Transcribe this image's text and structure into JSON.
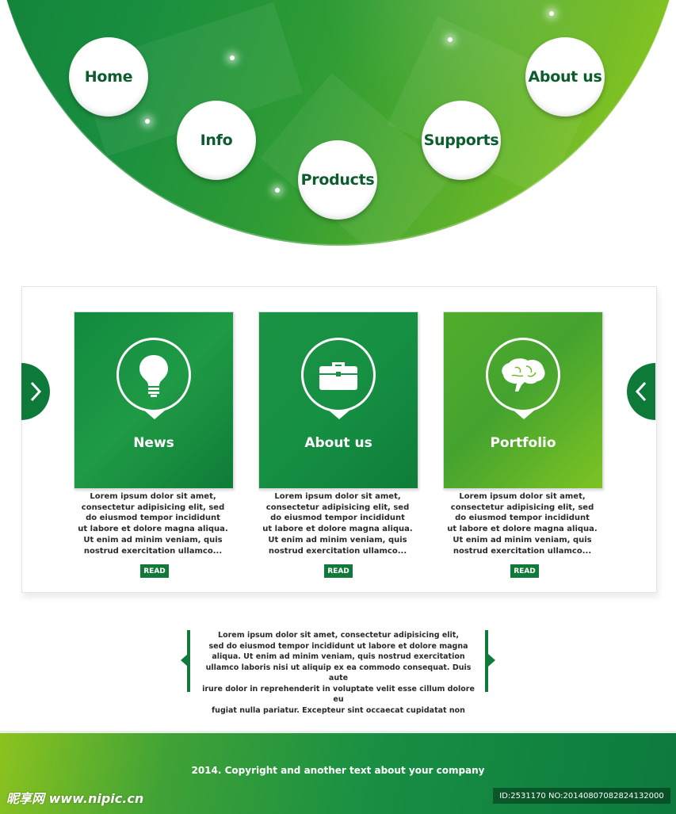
{
  "nav": {
    "items": [
      {
        "label": "Home"
      },
      {
        "label": "Info"
      },
      {
        "label": "Products"
      },
      {
        "label": "Supports"
      },
      {
        "label": "About us"
      }
    ]
  },
  "slider": {
    "prev_icon": "chevron-right-icon",
    "next_icon": "chevron-left-icon",
    "cards": [
      {
        "title": "News",
        "icon": "lightbulb-icon",
        "text": [
          "Lorem ipsum dolor sit amet,",
          "consectetur adipisicing elit, sed",
          "do eiusmod tempor incididunt",
          "ut labore et dolore magna aliqua.",
          "Ut enim ad minim veniam, quis",
          "nostrud exercitation ullamco..."
        ],
        "button": "READ"
      },
      {
        "title": "About us",
        "icon": "briefcase-icon",
        "text": [
          "Lorem ipsum dolor sit amet,",
          "consectetur adipisicing elit, sed",
          "do eiusmod tempor incididunt",
          "ut labore et dolore magna aliqua.",
          "Ut enim ad minim veniam, quis",
          "nostrud exercitation ullamco..."
        ],
        "button": "READ"
      },
      {
        "title": "Portfolio",
        "icon": "brain-icon",
        "text": [
          "Lorem ipsum dolor sit amet,",
          "consectetur adipisicing elit, sed",
          "do eiusmod tempor incididunt",
          "ut labore et dolore magna aliqua.",
          "Ut enim ad minim veniam, quis",
          "nostrud exercitation ullamco..."
        ],
        "button": "READ"
      }
    ]
  },
  "quote": {
    "lines": [
      "Lorem ipsum dolor sit amet, consectetur adipisicing elit,",
      "sed do eiusmod tempor incididunt ut labore et dolore magna",
      "aliqua. Ut enim ad minim veniam, quis nostrud exercitation",
      "ullamco laboris nisi ut aliquip ex ea commodo consequat. Duis aute",
      "irure dolor in reprehenderit in voluptate velit esse cillum dolore eu",
      "fugiat nulla pariatur. Excepteur sint occaecat cupidatat non"
    ]
  },
  "footer": {
    "copyright": "2014. Copyright and another text about your company",
    "watermark_left": "昵享网 www.nipic.cn",
    "watermark_right": "ID:2531170 NO:20140807082824132000"
  },
  "colors": {
    "primary_green": "#117a3b",
    "light_green": "#9bcf1f"
  }
}
